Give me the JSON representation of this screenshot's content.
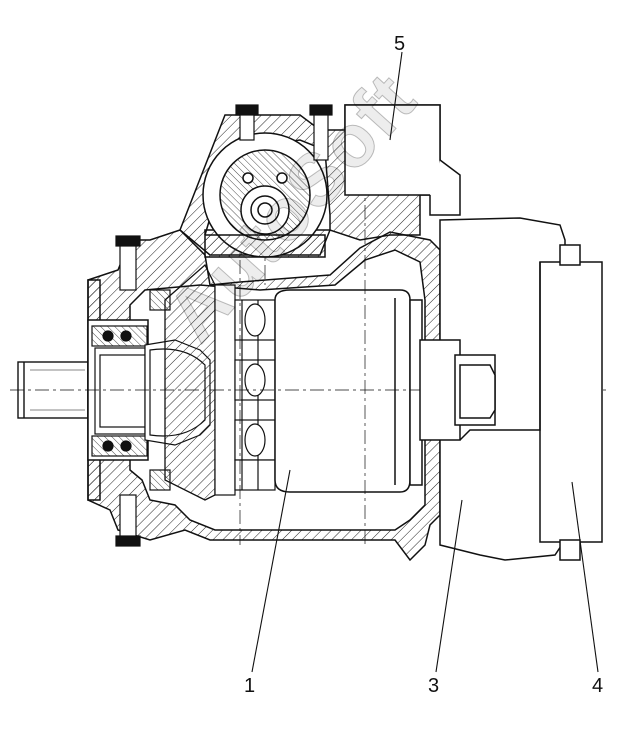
{
  "figure": {
    "callouts": [
      {
        "id": "1",
        "label": "1"
      },
      {
        "id": "3",
        "label": "3"
      },
      {
        "id": "4",
        "label": "4"
      },
      {
        "id": "5",
        "label": "5"
      }
    ],
    "watermark": "AutoSoft"
  },
  "colors": {
    "line": "#111111",
    "background": "#ffffff",
    "hatch": "#222222"
  }
}
